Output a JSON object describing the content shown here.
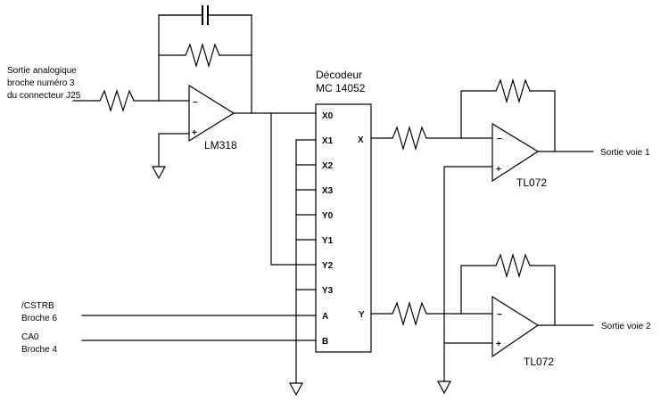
{
  "input": {
    "line1": "Sortie analogique",
    "line2": "broche numéro 3",
    "line3": "du connecteur J25"
  },
  "opamp_lm318": {
    "label": "LM318",
    "minus": "−",
    "plus": "+"
  },
  "decoder": {
    "title1": "Décodeur",
    "title2": "MC 14052",
    "pins_left": [
      "X0",
      "X1",
      "X2",
      "X3",
      "Y0",
      "Y1",
      "Y2",
      "Y3",
      "A",
      "B"
    ],
    "pin_x": "X",
    "pin_y": "Y"
  },
  "signals": {
    "cstrb_line1": "/CSTRB",
    "cstrb_line2": "Broche 6",
    "ca0_line1": "CA0",
    "ca0_line2": "Broche 4"
  },
  "opamp_tl072_top": {
    "label": "TL072",
    "minus": "−",
    "plus": "+",
    "output": "Sortie voie 1"
  },
  "opamp_tl072_bottom": {
    "label": "TL072",
    "minus": "−",
    "plus": "+",
    "output": "Sortie voie 2"
  }
}
